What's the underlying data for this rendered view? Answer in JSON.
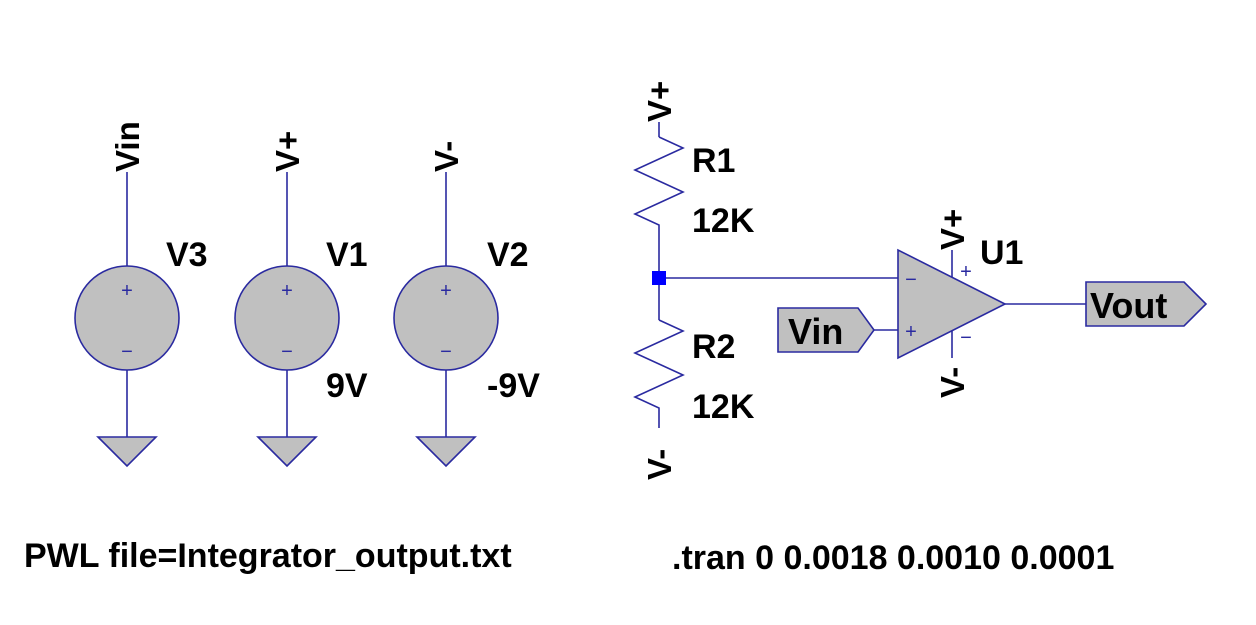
{
  "sources": [
    {
      "ref": "V3",
      "value": "",
      "net": "Vin"
    },
    {
      "ref": "V1",
      "value": "9V",
      "net": "V+"
    },
    {
      "ref": "V2",
      "value": "-9V",
      "net": "V-"
    }
  ],
  "resistors": [
    {
      "ref": "R1",
      "value": "12K",
      "net": "V+"
    },
    {
      "ref": "R2",
      "value": "12K",
      "net": "V-"
    }
  ],
  "opamp": {
    "ref": "U1",
    "supply_pos": "V+",
    "supply_neg": "V-",
    "pin_minus": "−",
    "pin_plus": "+",
    "input_label": "Vin",
    "output_label": "Vout"
  },
  "directives": {
    "pwl": "PWL file=Integrator_output.txt",
    "tran": ".tran 0 0.0018 0.0010 0.0001"
  },
  "symbols": {
    "source_plus": "+",
    "source_minus": "−"
  },
  "colors": {
    "wire": "#2a2aa0",
    "fill": "#c0c0c0",
    "junction": "#0000ff"
  }
}
